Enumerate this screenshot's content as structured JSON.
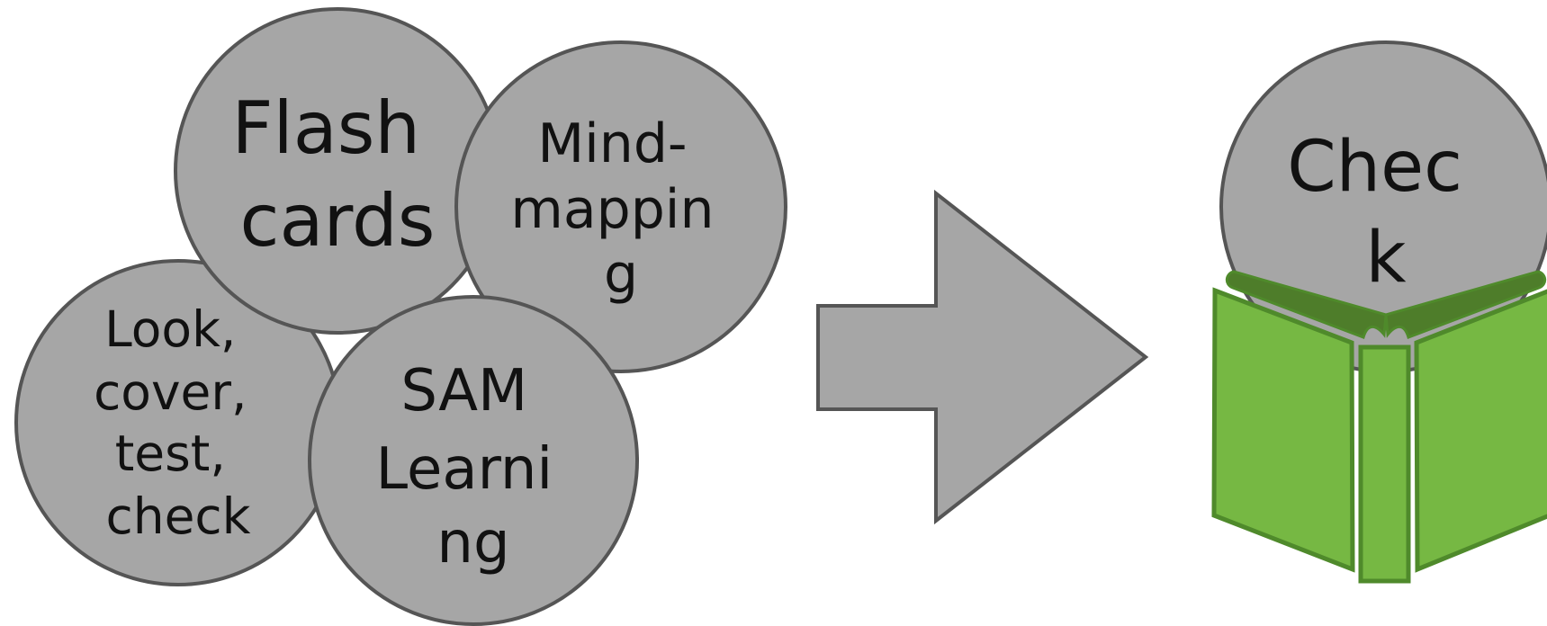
{
  "colors": {
    "circle_fill": "#a6a6a6",
    "circle_stroke": "#555555",
    "arrow_fill": "#a6a6a6",
    "book_light": "#76b843",
    "book_dark": "#4e7d2a",
    "book_stroke": "#4f8a2b",
    "background": "#ffffff"
  },
  "techniques": {
    "flash_cards": [
      "Flash",
      "cards"
    ],
    "mind_mapping": [
      "Mind-",
      "mappin",
      "g"
    ],
    "look_cover": [
      "Look,",
      "cover,",
      "test,",
      "check"
    ],
    "sam_learning": [
      "SAM",
      "Learni",
      "ng"
    ]
  },
  "check": [
    "Chec",
    "k"
  ],
  "icons": {
    "arrow": "right-arrow-icon",
    "book": "open-book-icon"
  }
}
